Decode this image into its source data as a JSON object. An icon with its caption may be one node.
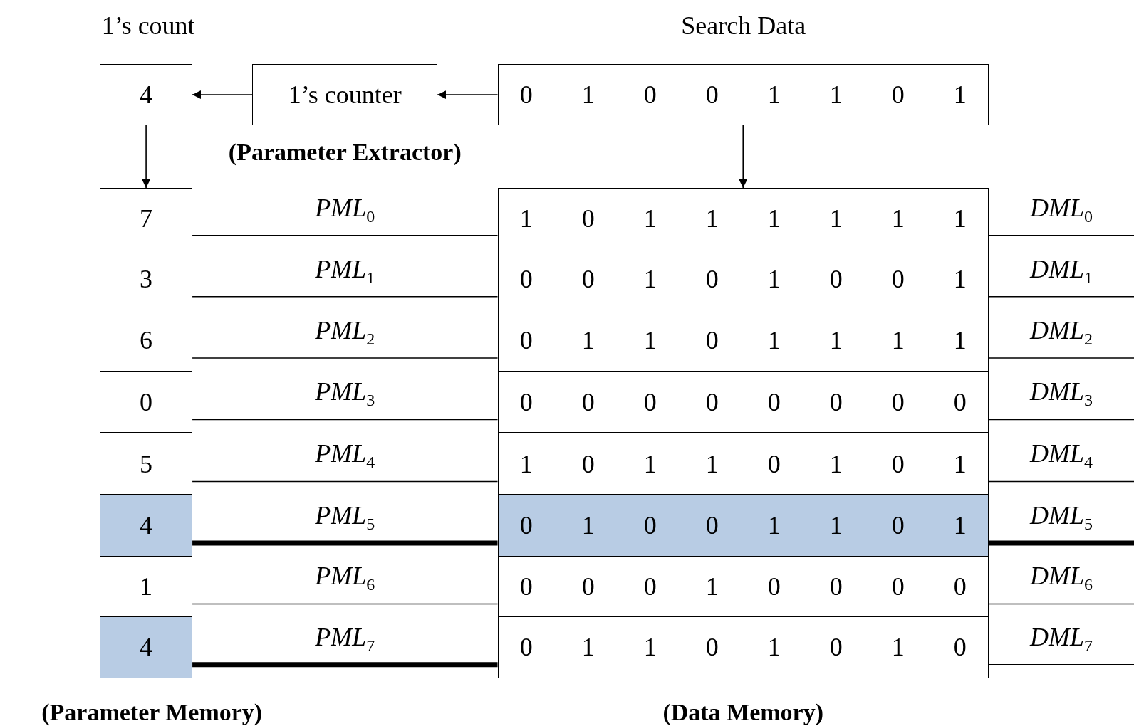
{
  "diagram": {
    "nodes": [
      {
        "text": [
          "4"
        ],
        "beside": [
          "1’s count"
        ]
      },
      {
        "text": [
          "1’s counter"
        ],
        "beside": [
          "(Parameter Extractor)"
        ]
      },
      {
        "text": [
          "0 1 0 0 1 1 0 1"
        ],
        "beside": [
          "Search Data"
        ]
      },
      {
        "text": [
          "(Parameter Memory)"
        ]
      },
      {
        "text": [
          "7"
        ],
        "in": 3
      },
      {
        "text": [
          "3"
        ],
        "in": 3
      },
      {
        "text": [
          "6"
        ],
        "in": 3
      },
      {
        "text": [
          "0"
        ],
        "in": 3
      },
      {
        "text": [
          "5"
        ],
        "in": 3
      },
      {
        "text": [
          "4"
        ],
        "in": 3
      },
      {
        "text": [
          "1"
        ],
        "in": 3
      },
      {
        "text": [
          "4"
        ],
        "in": 3
      },
      {
        "text": [
          "(Data Memory)"
        ]
      },
      {
        "text": [
          "1 0 1 1 1 1 1 1"
        ],
        "in": 12
      },
      {
        "text": [
          "0 0 1 0 1 0 0 1"
        ],
        "in": 12
      },
      {
        "text": [
          "0 1 1 0 1 1 1 1"
        ],
        "in": 12
      },
      {
        "text": [
          "0 0 0 0 0 0 0 0"
        ],
        "in": 12
      },
      {
        "text": [
          "1 0 1 1 0 1 0 1"
        ],
        "in": 12
      },
      {
        "text": [
          "0 1 0 0 1 1 0 1"
        ],
        "in": 12
      },
      {
        "text": [
          "0 0 0 1 0 0 0 0"
        ],
        "in": 12
      },
      {
        "text": [
          "0 1 1 0 1 0 1 0"
        ],
        "in": 12
      }
    ],
    "edges": [
      {
        "from": 2,
        "to": 1,
        "arrow": "to"
      },
      {
        "from": 1,
        "to": 0,
        "arrow": "to"
      },
      {
        "from": 0,
        "to": 3,
        "arrow": "to"
      },
      {
        "from": 2,
        "to": 12,
        "arrow": "to"
      },
      {
        "from": 4,
        "to": 13,
        "arrow": "none",
        "label": "PML$_{0}$"
      },
      {
        "from": 5,
        "to": 14,
        "arrow": "none",
        "label": "PML$_{1}$"
      },
      {
        "from": 6,
        "to": 15,
        "arrow": "none",
        "label": "PML$_{2}$"
      },
      {
        "from": 7,
        "to": 16,
        "arrow": "none",
        "label": "PML$_{3}$"
      },
      {
        "from": 8,
        "to": 17,
        "arrow": "none",
        "label": "PML$_{4}$"
      },
      {
        "from": 9,
        "to": 18,
        "arrow": "none",
        "label": "PML$_{5}$",
        "style": "thick"
      },
      {
        "from": 10,
        "to": 19,
        "arrow": "none",
        "label": "PML$_{6}$"
      },
      {
        "from": 11,
        "to": 20,
        "arrow": "none",
        "label": "PML$_{7}$",
        "style": "thick"
      },
      {
        "from": 13,
        "to": null,
        "arrow": "none",
        "label": "DML$_{0}$"
      },
      {
        "from": 14,
        "to": null,
        "arrow": "none",
        "label": "DML$_{1}$"
      },
      {
        "from": 15,
        "to": null,
        "arrow": "none",
        "label": "DML$_{2}$"
      },
      {
        "from": 16,
        "to": null,
        "arrow": "none",
        "label": "DML$_{3}$"
      },
      {
        "from": 17,
        "to": null,
        "arrow": "none",
        "label": "DML$_{4}$"
      },
      {
        "from": 18,
        "to": null,
        "arrow": "none",
        "label": "DML$_{5}$",
        "style": "thick"
      },
      {
        "from": 19,
        "to": null,
        "arrow": "none",
        "label": "DML$_{6}$"
      },
      {
        "from": 20,
        "to": null,
        "arrow": "none",
        "label": "DML$_{7}$"
      }
    ]
  }
}
